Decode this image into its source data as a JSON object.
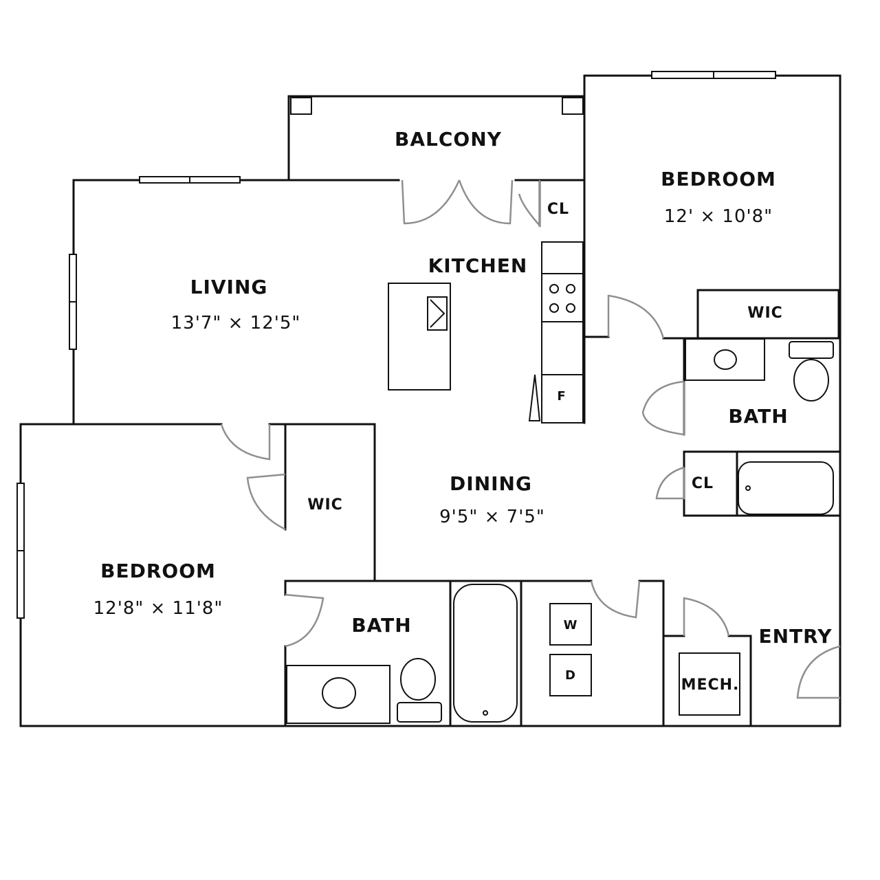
{
  "rooms": {
    "balcony": "BALCONY",
    "bedroom_a": {
      "name": "BEDROOM",
      "size": "12' × 10'8\""
    },
    "closet_a": "CL",
    "kitchen": "KITCHEN",
    "living": {
      "name": "LIVING",
      "size": "13'7\" × 12'5\""
    },
    "wic_a": "WIC",
    "bath_a": "BATH",
    "closet_b": "CL",
    "fridge": "F",
    "dining": {
      "name": "DINING",
      "size": "9'5\" × 7'5\""
    },
    "wic_b": "WIC",
    "bedroom_b": {
      "name": "BEDROOM",
      "size": "12'8\" × 11'8\""
    },
    "bath_b": "BATH",
    "washer": "W",
    "dryer": "D",
    "entry": "ENTRY",
    "mech": "MECH."
  },
  "colors": {
    "walls": "#111111",
    "doors": "#8f8f8f",
    "background": "#ffffff"
  }
}
